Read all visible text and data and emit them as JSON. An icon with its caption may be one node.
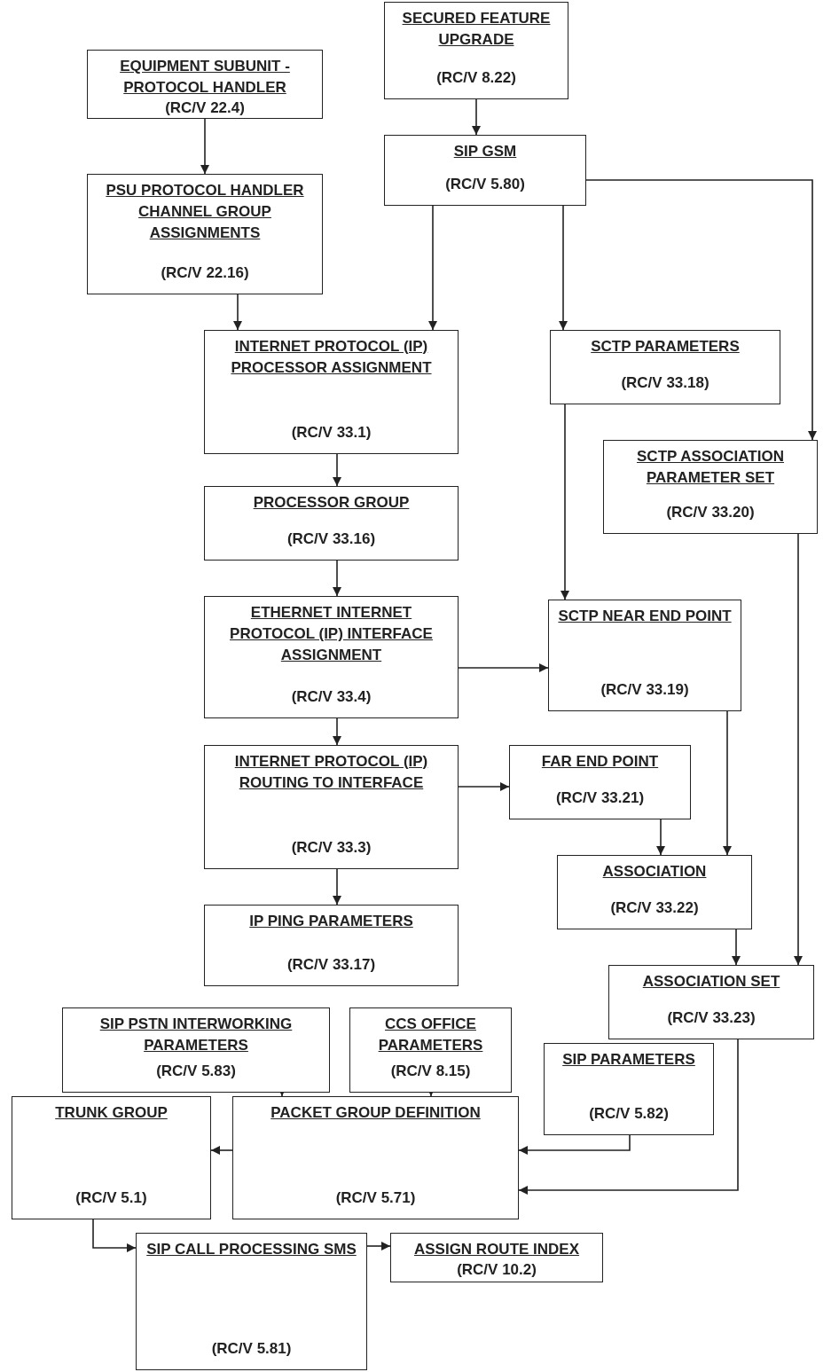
{
  "diagram": {
    "nodes": [
      {
        "text": [
          "SECURED FEATURE UPGRADE",
          "(RC/V 8.22)"
        ]
      },
      {
        "text": [
          "EQUIPMENT SUBUNIT - PROTOCOL HANDLER",
          "(RC/V 22.4)"
        ]
      },
      {
        "text": [
          "SIP GSM",
          "(RC/V 5.80)"
        ]
      },
      {
        "text": [
          "PSU PROTOCOL HANDLER CHANNEL GROUP ASSIGNMENTS",
          "(RC/V 22.16)"
        ]
      },
      {
        "text": [
          "INTERNET PROTOCOL (IP) PROCESSOR ASSIGNMENT",
          "(RC/V 33.1)"
        ]
      },
      {
        "text": [
          "SCTP PARAMETERS",
          "(RC/V 33.18)"
        ]
      },
      {
        "text": [
          "SCTP ASSOCIATION PARAMETER SET",
          "(RC/V 33.20)"
        ]
      },
      {
        "text": [
          "PROCESSOR GROUP",
          "(RC/V 33.16)"
        ]
      },
      {
        "text": [
          "ETHERNET INTERNET PROTOCOL (IP) INTERFACE ASSIGNMENT",
          "(RC/V 33.4)"
        ]
      },
      {
        "text": [
          "SCTP NEAR END POINT",
          "(RC/V 33.19)"
        ]
      },
      {
        "text": [
          "INTERNET PROTOCOL (IP) ROUTING TO INTERFACE",
          "(RC/V 33.3)"
        ]
      },
      {
        "text": [
          "FAR END POINT",
          "(RC/V 33.21)"
        ]
      },
      {
        "text": [
          "ASSOCIATION",
          "(RC/V 33.22)"
        ]
      },
      {
        "text": [
          "IP PING PARAMETERS",
          "(RC/V 33.17)"
        ]
      },
      {
        "text": [
          "ASSOCIATION SET",
          "(RC/V 33.23)"
        ]
      },
      {
        "text": [
          "SIP PSTN INTERWORKING PARAMETERS",
          "(RC/V 5.83)"
        ]
      },
      {
        "text": [
          "CCS OFFICE PARAMETERS",
          "(RC/V 8.15)"
        ]
      },
      {
        "text": [
          "SIP PARAMETERS",
          "(RC/V 5.82)"
        ]
      },
      {
        "text": [
          "TRUNK GROUP",
          "(RC/V 5.1)"
        ]
      },
      {
        "text": [
          "PACKET GROUP DEFINITION",
          "(RC/V 5.71)"
        ]
      },
      {
        "text": [
          "SIP CALL PROCESSING SMS",
          "(RC/V 5.81)"
        ]
      },
      {
        "text": [
          "ASSIGN ROUTE INDEX",
          "(RC/V 10.2)"
        ]
      }
    ],
    "edges": [
      {
        "from": 0,
        "to": 2,
        "arrow": "to"
      },
      {
        "from": 1,
        "to": 3,
        "arrow": "to"
      },
      {
        "from": 3,
        "to": 4,
        "arrow": "to"
      },
      {
        "from": 2,
        "to": 4,
        "arrow": "to"
      },
      {
        "from": 2,
        "to": 5,
        "arrow": "to"
      },
      {
        "from": 2,
        "to": 6,
        "arrow": "to"
      },
      {
        "from": 4,
        "to": 7,
        "arrow": "to"
      },
      {
        "from": 7,
        "to": 8,
        "arrow": "to"
      },
      {
        "from": 5,
        "to": 9,
        "arrow": "to"
      },
      {
        "from": 8,
        "to": 9,
        "arrow": "to"
      },
      {
        "from": 8,
        "to": 10,
        "arrow": "to"
      },
      {
        "from": 10,
        "to": 11,
        "arrow": "to"
      },
      {
        "from": 10,
        "to": 13,
        "arrow": "to"
      },
      {
        "from": 11,
        "to": 12,
        "arrow": "to"
      },
      {
        "from": 9,
        "to": 12,
        "arrow": "to"
      },
      {
        "from": 12,
        "to": 14,
        "arrow": "to"
      },
      {
        "from": 6,
        "to": 14,
        "arrow": "to"
      },
      {
        "from": 15,
        "to": 19,
        "arrow": "to"
      },
      {
        "from": 16,
        "to": 19,
        "arrow": "to"
      },
      {
        "from": 17,
        "to": 19,
        "arrow": "to"
      },
      {
        "from": 14,
        "to": 19,
        "arrow": "to"
      },
      {
        "from": 19,
        "to": 18,
        "arrow": "to"
      },
      {
        "from": 18,
        "to": 20,
        "arrow": "to"
      },
      {
        "from": 20,
        "to": 21,
        "arrow": "to"
      }
    ]
  }
}
